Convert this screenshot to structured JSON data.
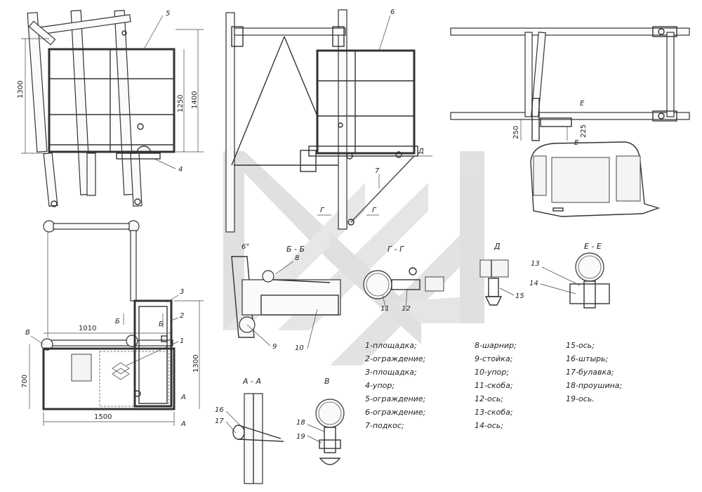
{
  "watermark_color": "#c8c8c8",
  "view_a_top": {
    "dims": {
      "height_left": "1300",
      "height_right_1": "1250",
      "height_right_2": "1400"
    },
    "callouts": {
      "c5": "5",
      "c4": "4"
    }
  },
  "view_side": {
    "callouts": {
      "c6": "6",
      "c7": "7",
      "cD": "Д",
      "cG1": "Г",
      "cG2": "Г"
    }
  },
  "view_plan": {
    "dims": {
      "w1010": "1010",
      "w1500": "1500",
      "h700": "700",
      "h1300": "1300"
    },
    "callouts": {
      "cB": "В",
      "cB6a": "Б",
      "cB6b": "Б",
      "c3": "3",
      "c2": "2",
      "c1": "1",
      "cA1": "А",
      "cA2": "А"
    }
  },
  "view_top_right": {
    "dims": {
      "d250": "250",
      "d225": "225"
    },
    "callouts": {
      "cE1": "Е",
      "cE2": "Е"
    }
  },
  "sections": {
    "bb": {
      "title": "Б - Б",
      "angle": "6°",
      "c8": "8",
      "c9": "9",
      "c10": "10"
    },
    "gg": {
      "title": "Г - Г",
      "c11": "11",
      "c12": "12"
    },
    "d": {
      "title": "Д",
      "c15": "15"
    },
    "ee": {
      "title": "Е - Е",
      "c13": "13",
      "c14": "14"
    },
    "aa": {
      "title": "А - А",
      "c16": "16",
      "c17": "17"
    },
    "v": {
      "title": "В",
      "c18": "18",
      "c19": "19"
    }
  },
  "legend": {
    "col1": [
      "1-площадка;",
      "2-ограждение;",
      "3-площадка;",
      "4-упор;",
      "5-ограждение;",
      "6-ограждение;",
      "7-подкос;"
    ],
    "col2": [
      "8-шарнир;",
      "9-стойка;",
      "10-упор;",
      "11-скоба;",
      "12-ось;",
      "13-скоба;",
      "14-ось;"
    ],
    "col3": [
      "15-ось;",
      "16-штырь;",
      "17-булавка;",
      "18-проушина;",
      "19-ось."
    ]
  }
}
